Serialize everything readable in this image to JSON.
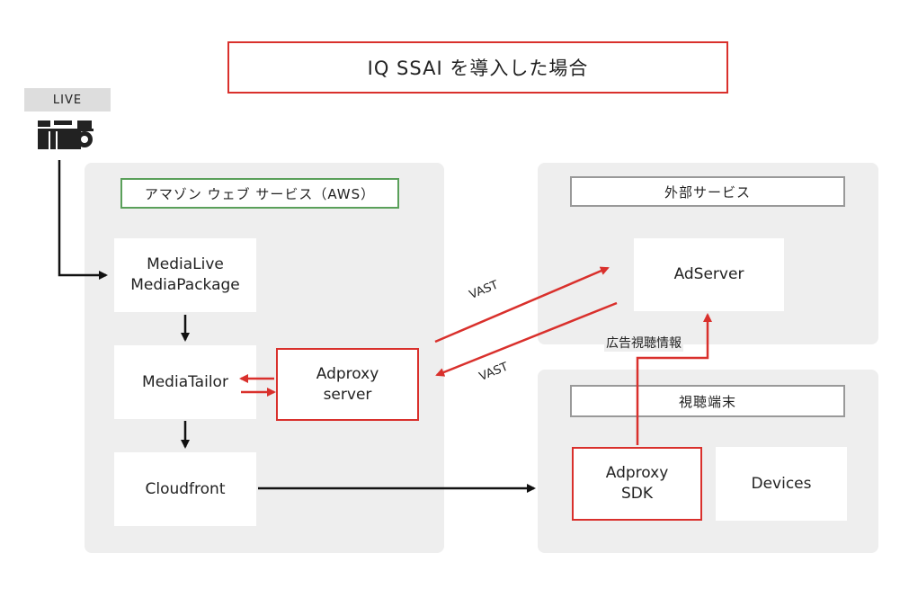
{
  "title": "IQ  SSAI を導入した場合",
  "live": {
    "label": "LIVE",
    "icon": "video-camera-icon"
  },
  "groups": {
    "aws": {
      "label": "アマゾン ウェブ サービス（AWS）",
      "border_color": "#5aa05a"
    },
    "external": {
      "label": "外部サービス",
      "border_color": "#999999"
    },
    "viewer": {
      "label": "視聴端末",
      "border_color": "#999999"
    }
  },
  "nodes": {
    "medialive": "MediaLive\nMediaPackage",
    "mediatailor": "MediaTailor",
    "adproxy_server": "Adproxy\nserver",
    "cloudfront": "Cloudfront",
    "adserver": "AdServer",
    "adproxy_sdk": "Adproxy\nSDK",
    "devices": "Devices"
  },
  "edge_labels": {
    "vast_request": "VAST",
    "vast_response": "VAST",
    "view_info": "広告視聴情報"
  },
  "colors": {
    "accent": "#d9302c",
    "panel": "#eeeeee",
    "arrow": "#111111"
  }
}
